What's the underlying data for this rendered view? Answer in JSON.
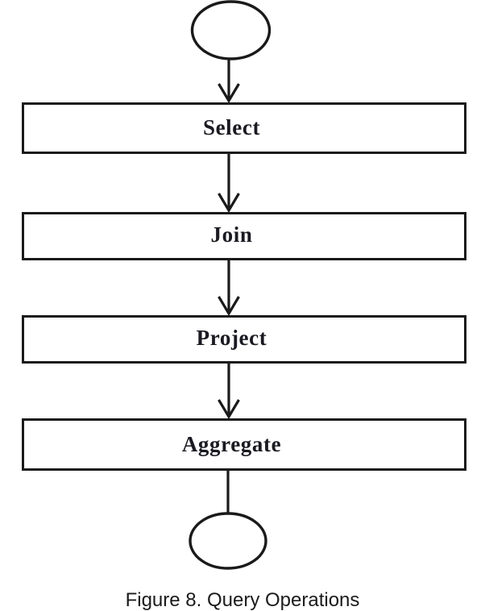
{
  "figure": {
    "type": "flowchart",
    "orientation": "vertical-top-to-bottom",
    "background_color": "#ffffff",
    "stroke_color": "#1a1a1a",
    "text_color": "#1a1a22",
    "caption": "Figure 8. Query Operations",
    "caption_clipped_at_bottom": true,
    "start_node": {
      "shape": "ellipse",
      "label": ""
    },
    "end_node": {
      "shape": "ellipse",
      "label": ""
    },
    "steps": [
      {
        "label": "Select"
      },
      {
        "label": "Join"
      },
      {
        "label": "Project"
      },
      {
        "label": "Aggregate"
      }
    ],
    "connectors": [
      {
        "from": "start",
        "to": "Select",
        "arrowhead": true
      },
      {
        "from": "Select",
        "to": "Join",
        "arrowhead": true
      },
      {
        "from": "Join",
        "to": "Project",
        "arrowhead": true
      },
      {
        "from": "Project",
        "to": "Aggregate",
        "arrowhead": true
      },
      {
        "from": "Aggregate",
        "to": "end",
        "arrowhead": false
      }
    ]
  }
}
